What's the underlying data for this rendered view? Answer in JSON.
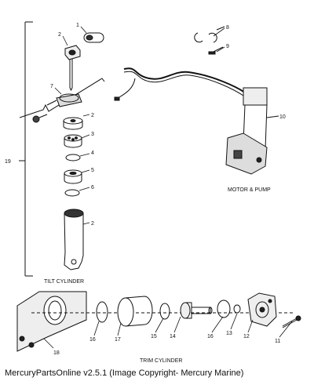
{
  "captions": {
    "tilt": "TILT CYLINDER",
    "motor": "MOTOR & PUMP",
    "trim": "TRIM CYLINDER"
  },
  "parts": {
    "p1": "1",
    "p2a": "2",
    "p2b": "2",
    "p2c": "2",
    "p3": "3",
    "p4": "4",
    "p5": "5",
    "p6": "6",
    "p7": "7",
    "p8": "8",
    "p9": "9",
    "p10": "10",
    "p11": "11",
    "p12": "12",
    "p13": "13",
    "p14": "14",
    "p15": "15",
    "p16a": "16",
    "p16b": "16",
    "p17": "17",
    "p18": "18",
    "p19": "19"
  },
  "footer": "MercuryPartsOnline v2.5.1 (Image Copyright- Mercury Marine)"
}
